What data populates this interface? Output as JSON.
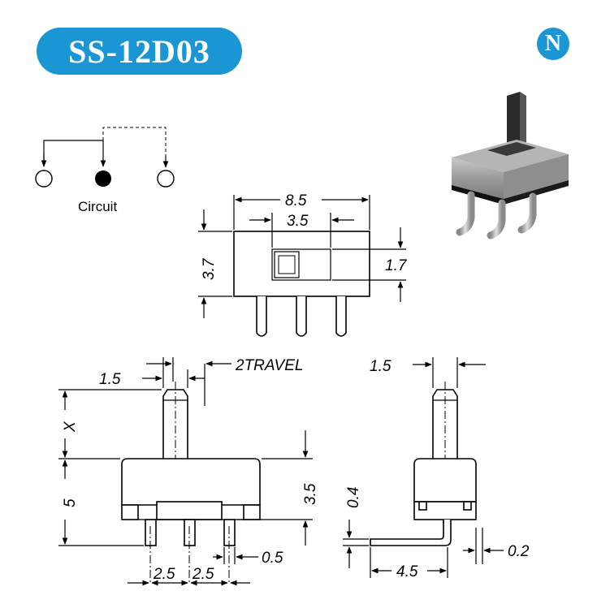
{
  "header": {
    "model": "SS-12D03",
    "brand_color": "#1a96d4"
  },
  "logo": {
    "letter": "N",
    "color": "#1a96d4"
  },
  "circuit": {
    "label": "Circuit"
  },
  "top_view": {
    "length": "8.5",
    "slot_length": "3.5",
    "height": "3.7",
    "knob_height": "1.7"
  },
  "front_view": {
    "knob_width": "1.5",
    "travel": "2TRAVEL",
    "knob_length": "X",
    "overall_height": "5",
    "body_height": "3.5",
    "pitch_left": "2.5",
    "pitch_right": "2.5",
    "pin_width": "0.5"
  },
  "side_view": {
    "knob_width": "1.5",
    "pin_offset": "0.4",
    "pin_length": "4.5",
    "pin_thickness": "0.2"
  }
}
